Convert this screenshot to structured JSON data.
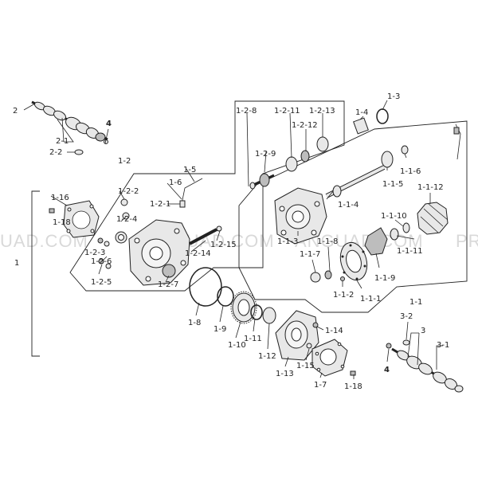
{
  "watermarks": [
    "UAD.COM",
    "ANGUAD.COM",
    "ANGUAD.COM",
    "PR"
  ],
  "labels": {
    "l1": "1",
    "l1_1": "1-1",
    "l1_1_1": "1-1-1",
    "l1_1_2": "1-1-2",
    "l1_1_3": "1-1-3",
    "l1_1_4": "1-1-4",
    "l1_1_5": "1-1-5",
    "l1_1_6": "1-1-6",
    "l1_1_7": "1-1-7",
    "l1_1_8": "1-1-8",
    "l1_1_9": "1-1-9",
    "l1_1_10": "1-1-10",
    "l1_1_11": "1-1-11",
    "l1_1_12": "1-1-12",
    "l1_2": "1-2",
    "l1_2_1": "1-2-1",
    "l1_2_2": "1-2-2",
    "l1_2_3": "1-2-3",
    "l1_2_4": "1-2-4",
    "l1_2_5": "1-2-5",
    "l1_2_6": "1-2-6",
    "l1_2_7": "1-2-7",
    "l1_2_8": "1-2-8",
    "l1_2_9": "1-2-9",
    "l1_2_11": "1-2-11",
    "l1_2_12": "1-2-12",
    "l1_2_13": "1-2-13",
    "l1_2_14": "1-2-14",
    "l1_2_15": "1-2-15",
    "l1_3": "1-3",
    "l1_4": "1-4",
    "l1_5": "1-5",
    "l1_6": "1-6",
    "l1_7": "1-7",
    "l1_8": "1-8",
    "l1_9": "1-9",
    "l1_10": "1-10",
    "l1_11": "1-11",
    "l1_12": "1-12",
    "l1_13": "1-13",
    "l1_14": "1-14",
    "l1_15": "1-15",
    "l1_16": "1-16",
    "l1_18a": "1-18",
    "l1_18b": "1-18",
    "l2": "2",
    "l2_1": "2-1",
    "l2_2": "2-2",
    "l3": "3",
    "l3_1": "3-1",
    "l3_2": "3-2",
    "l4a": "4",
    "l4b": "4"
  }
}
